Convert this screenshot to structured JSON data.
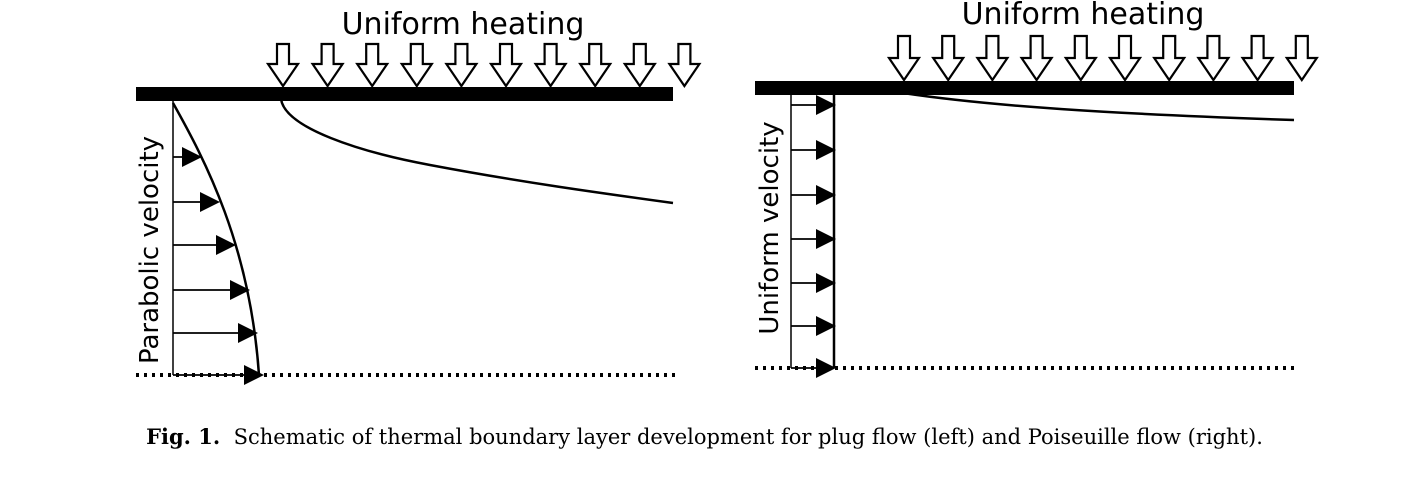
{
  "panels": {
    "left": {
      "heating_label": "Uniform heating",
      "velocity_label": "Parabolic velocity"
    },
    "right": {
      "heating_label": "Uniform heating",
      "velocity_label": "Uniform velocity"
    }
  },
  "caption": {
    "prefix": "Fig. 1.",
    "text": "Schematic of thermal boundary layer development for plug flow (left) and Poiseuille flow (right)."
  }
}
